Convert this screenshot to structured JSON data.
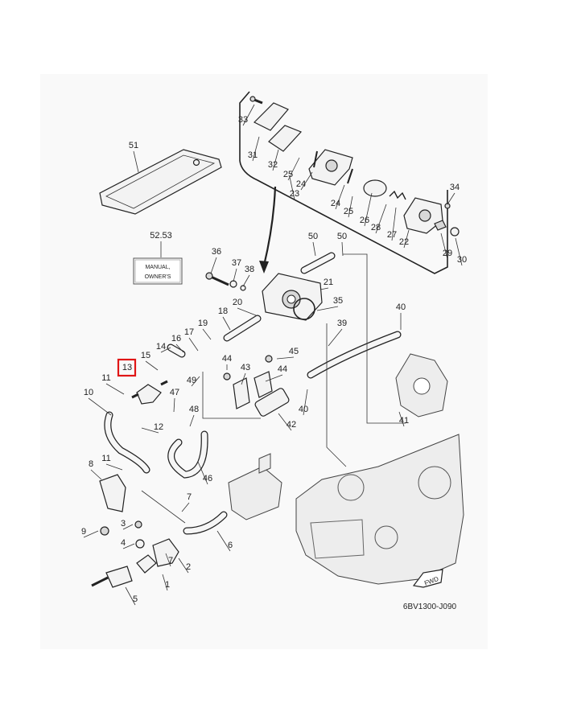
{
  "diagram": {
    "drawing_code": "6BV1300-J090",
    "manual_box_line1": "MANUAL,",
    "manual_box_line2": "OWNER'S",
    "fwd_label": "FWD",
    "highlighted_part": "13",
    "highlight_color": "#e01616",
    "part_numbers": [
      "1",
      "2",
      "3",
      "4",
      "5",
      "6",
      "7",
      "7",
      "8",
      "9",
      "10",
      "11",
      "11",
      "12",
      "13",
      "14",
      "15",
      "16",
      "17",
      "18",
      "19",
      "20",
      "21",
      "22",
      "23",
      "24",
      "24",
      "25",
      "25",
      "26",
      "27",
      "28",
      "29",
      "30",
      "31",
      "32",
      "33",
      "34",
      "35",
      "36",
      "37",
      "38",
      "39",
      "40",
      "40",
      "41",
      "42",
      "43",
      "44",
      "44",
      "45",
      "46",
      "47",
      "48",
      "49",
      "50",
      "50",
      "51",
      "52.53"
    ]
  }
}
